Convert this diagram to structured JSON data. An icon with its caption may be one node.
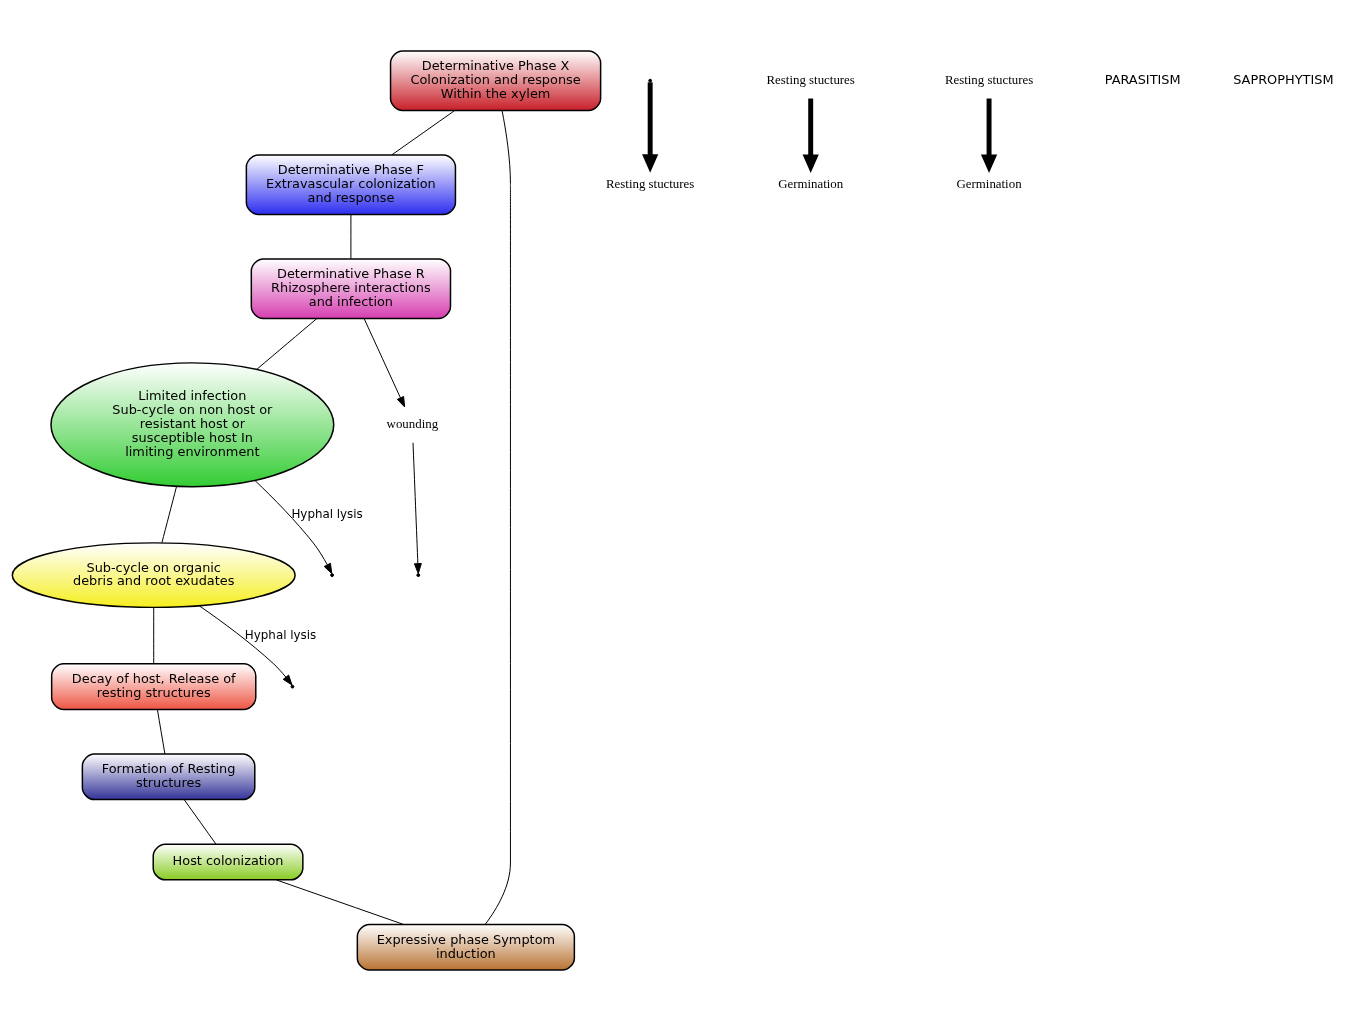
{
  "diagram": {
    "nodes": [
      {
        "text": [
          "Determinative Phase X",
          "Colonization and response Within the xylem"
        ]
      },
      {
        "text": [
          "Determinative Phase F",
          "Extravascular colonization and response"
        ]
      },
      {
        "text": [
          "Determinative Phase R",
          "Rhizosphere interactions and infection"
        ]
      },
      {
        "text": [
          "Expressive phase Symptom induction"
        ]
      },
      {
        "text": [
          "Host colonization"
        ]
      },
      {
        "text": [
          "Formation of Resting structures"
        ]
      },
      {
        "text": [
          "Decay of host, Release of resting structures"
        ]
      },
      {
        "text": [
          "Sub-cycle on organic debris and root exudates"
        ]
      },
      {
        "text": [
          "Limited infection",
          "Sub-cycle on non host or resistant host or susceptible host In limiting environment"
        ]
      },
      {
        "text": [
          "wounding"
        ]
      },
      {
        "text": [
          "Resting stuctures"
        ]
      },
      {
        "text": [
          "Resting stuctures"
        ]
      },
      {
        "text": [
          "Germination"
        ]
      },
      {
        "text": [
          "Resting stuctures"
        ]
      },
      {
        "text": [
          "Germination"
        ]
      }
    ],
    "edges": [
      {
        "from": 0,
        "to": 1,
        "arrow": "none"
      },
      {
        "from": 1,
        "to": 2,
        "arrow": "none"
      },
      {
        "from": 2,
        "to": 8,
        "arrow": "none"
      },
      {
        "from": 8,
        "to": 7,
        "arrow": "none"
      },
      {
        "from": 7,
        "to": 6,
        "arrow": "none"
      },
      {
        "from": 6,
        "to": 5,
        "arrow": "none"
      },
      {
        "from": 5,
        "to": 4,
        "arrow": "none"
      },
      {
        "from": 4,
        "to": 3,
        "arrow": "none"
      },
      {
        "from": 3,
        "to": 0,
        "arrow": "none"
      },
      {
        "from": 2,
        "to": 9,
        "arrow": "to"
      },
      {
        "from": 9,
        "to": null,
        "arrow": "to"
      },
      {
        "from": 8,
        "to": null,
        "arrow": "to",
        "label": "Hyphal lysis"
      },
      {
        "from": 7,
        "to": null,
        "arrow": "to",
        "label": "Hyphal lysis"
      },
      {
        "from": null,
        "to": 10,
        "arrow": "to",
        "style": "thick"
      },
      {
        "from": 11,
        "to": 12,
        "arrow": "to",
        "style": "thick"
      },
      {
        "from": 13,
        "to": 14,
        "arrow": "to",
        "style": "thick"
      }
    ],
    "labels": [
      "PARASITISM",
      "SAPROPHYTISM"
    ]
  }
}
